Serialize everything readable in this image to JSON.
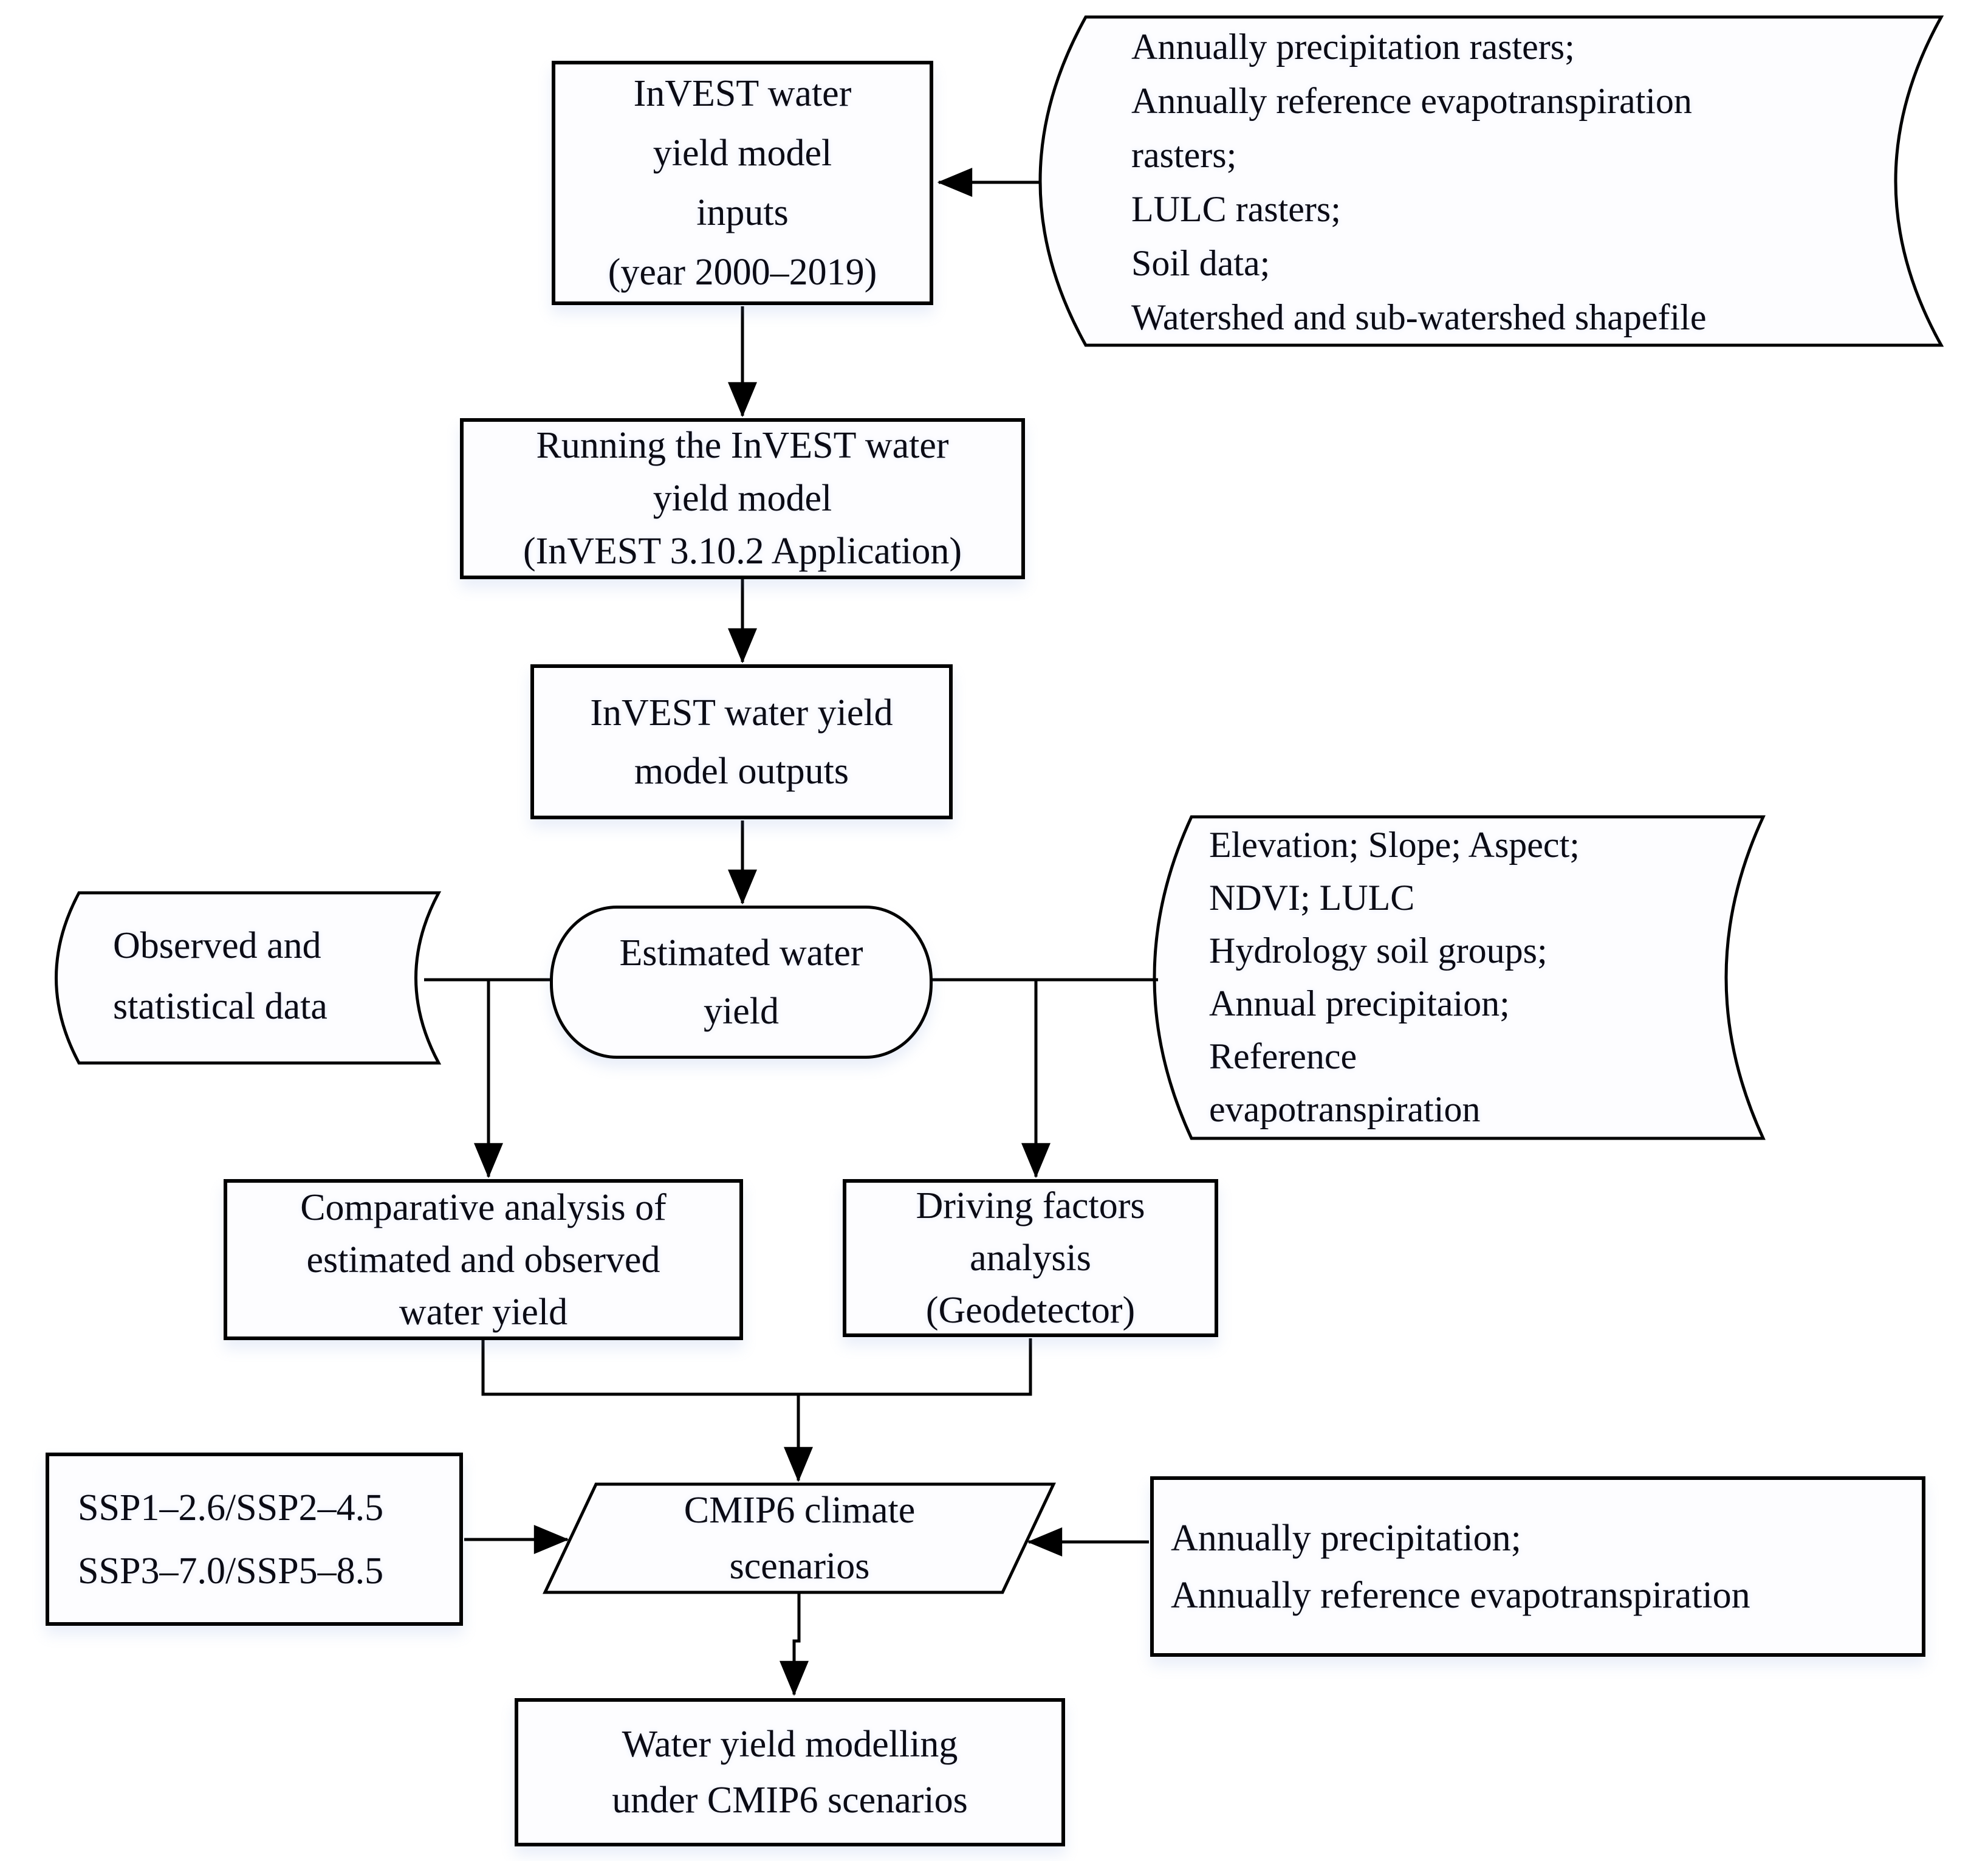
{
  "figure": {
    "description": "Flowchart of InVEST water yield modelling workflow",
    "colors": {
      "stroke": "#000000",
      "fill": "#fdfdff",
      "text": "#0b0b14"
    }
  },
  "nodes": {
    "model_inputs": {
      "type": "process",
      "lines": [
        "InVEST water",
        "yield model",
        "inputs",
        "(year 2000–2019)"
      ]
    },
    "input_rasters": {
      "type": "stored-data",
      "lines": [
        "Annually precipitation rasters;",
        "Annually reference evapotranspiration",
        "rasters;",
        "LULC rasters;",
        "Soil data;",
        "Watershed and sub-watershed shapefile"
      ]
    },
    "run_model": {
      "type": "process",
      "lines": [
        "Running the InVEST water",
        "yield model",
        "(InVEST 3.10.2 Application)"
      ]
    },
    "model_outputs": {
      "type": "process",
      "lines": [
        "InVEST water yield",
        "model outputs"
      ]
    },
    "estimated_yield": {
      "type": "terminator",
      "lines": [
        "Estimated water",
        "yield"
      ]
    },
    "observed_data": {
      "type": "stored-data",
      "lines": [
        "Observed and",
        "statistical data"
      ]
    },
    "driving_data": {
      "type": "stored-data",
      "lines": [
        "Elevation; Slope; Aspect;",
        "NDVI; LULC",
        "Hydrology soil groups;",
        "Annual precipitaion;",
        "Reference",
        "evapotranspiration"
      ]
    },
    "comparative_analysis": {
      "type": "process",
      "lines": [
        "Comparative analysis of",
        "estimated and observed",
        "water yield"
      ]
    },
    "driving_factors": {
      "type": "process",
      "lines": [
        "Driving factors",
        "analysis",
        "(Geodetector)"
      ]
    },
    "ssp_scenarios": {
      "type": "process",
      "lines": [
        "SSP1–2.6/SSP2–4.5",
        "SSP3–7.0/SSP5–8.5"
      ]
    },
    "cmip6_scenarios": {
      "type": "data-parallelogram",
      "lines": [
        "CMIP6 climate",
        "scenarios"
      ]
    },
    "cmip6_inputs": {
      "type": "process",
      "lines": [
        "Annually precipitation;",
        "Annually reference evapotranspiration"
      ]
    },
    "water_yield_modelling": {
      "type": "process",
      "lines": [
        "Water yield modelling",
        "under CMIP6 scenarios"
      ]
    }
  }
}
